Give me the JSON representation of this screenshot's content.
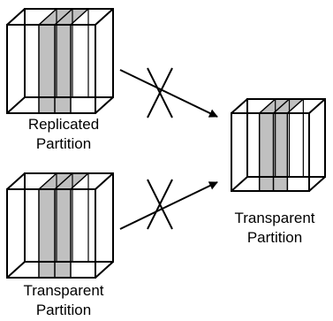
{
  "colors": {
    "stroke": "#000000",
    "partition_fill": "#c0c0c0",
    "background": "#ffffff"
  },
  "sources": [
    {
      "line1": "Replicated",
      "line2": "Partition",
      "icon": "partitioned-cube-icon",
      "arrow_blocked": true
    },
    {
      "line1": "Transparent",
      "line2": "Partition",
      "icon": "partitioned-cube-icon",
      "arrow_blocked": true
    }
  ],
  "target": {
    "line1": "Transparent",
    "line2": "Partition",
    "icon": "partitioned-cube-icon"
  },
  "markers": {
    "block_icon": "x-cross-icon",
    "arrow_icon": "arrow-right-icon"
  }
}
